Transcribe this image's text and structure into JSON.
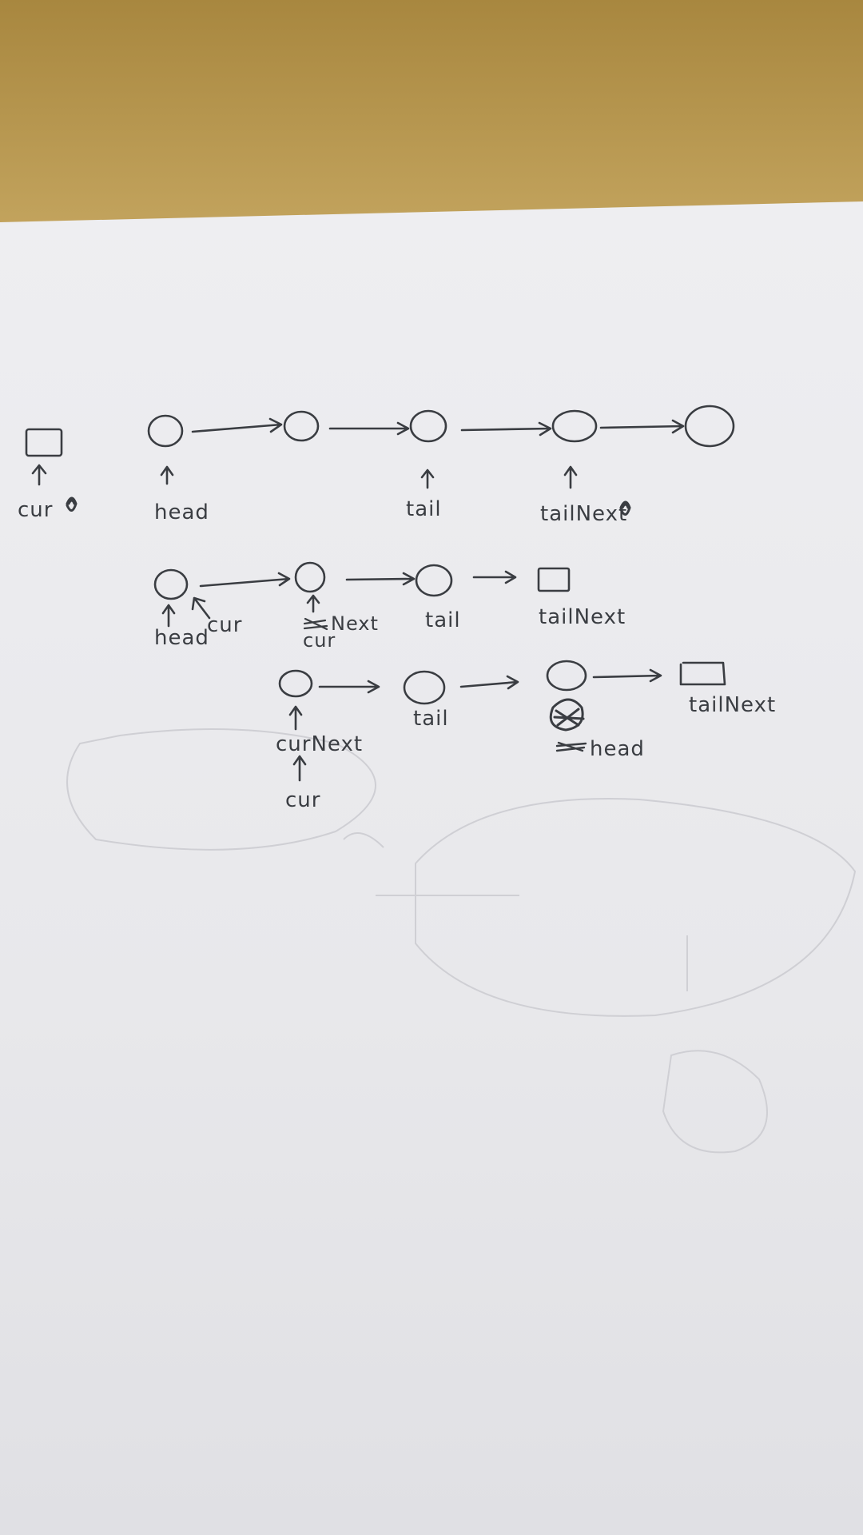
{
  "photo": {
    "desk_color": "#b89a52",
    "paper_color": "#efeff1",
    "ink_color": "#3a3d42"
  },
  "diagram": {
    "row1": {
      "cur": "cur",
      "head": "head",
      "tail": "tail",
      "tailNext": "tailNext"
    },
    "row2": {
      "head": "head",
      "cur": "cur",
      "curNext": "Next",
      "cur_below": "cur",
      "tail": "tail",
      "tailNext": "tailNext"
    },
    "row3": {
      "curNext": "curNext",
      "cur": "cur",
      "tail": "tail",
      "head": "head",
      "tailNext": "tailNext"
    }
  }
}
